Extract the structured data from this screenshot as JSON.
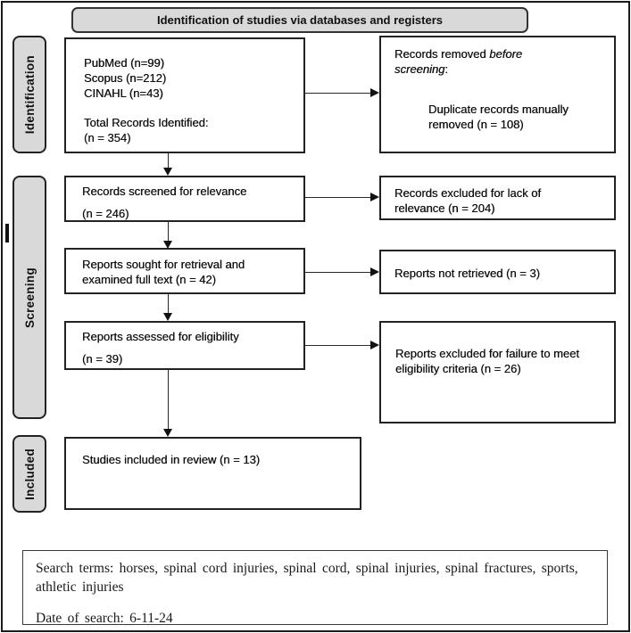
{
  "title_banner": "Identification of studies via databases and registers",
  "stages": {
    "identification": "Identification",
    "screening": "Screening",
    "included": "Included"
  },
  "boxes": {
    "identified": {
      "sources": [
        "PubMed (n=99)",
        "Scopus (n=212)",
        "CINAHL (n=43)"
      ],
      "total_label": "Total Records Identified:",
      "total_value": "(n = 354)"
    },
    "removed": {
      "heading_normal": "Records removed",
      "heading_italic": "before screening",
      "heading_colon": ":",
      "reason": "Duplicate records manually removed (n = 108)"
    },
    "screened": {
      "line1": "Records screened for relevance",
      "line2": "(n = 246)"
    },
    "excluded_relevance": {
      "text": "Records excluded for lack of relevance (n = 204)"
    },
    "sought": {
      "text": "Reports sought for retrieval and examined full text (n = 42)"
    },
    "not_retrieved": {
      "text": "Reports not retrieved (n = 3)"
    },
    "assessed": {
      "line1": "Reports assessed for eligibility",
      "line2": "(n = 39)"
    },
    "excluded_eligibility": {
      "text": "Reports excluded for failure to meet eligibility criteria (n = 26)"
    },
    "included": {
      "text": "Studies included in review (n = 13)"
    }
  },
  "footer": {
    "search_terms": "Search terms: horses, spinal cord injuries, spinal cord, spinal injuries, spinal fractures, sports, athletic injuries",
    "date_of_search": "Date of search: 6-11-24"
  },
  "colors": {
    "box_fill_gray": "#d9d9d9",
    "border_black": "#1a1a1a",
    "background": "#ffffff"
  }
}
